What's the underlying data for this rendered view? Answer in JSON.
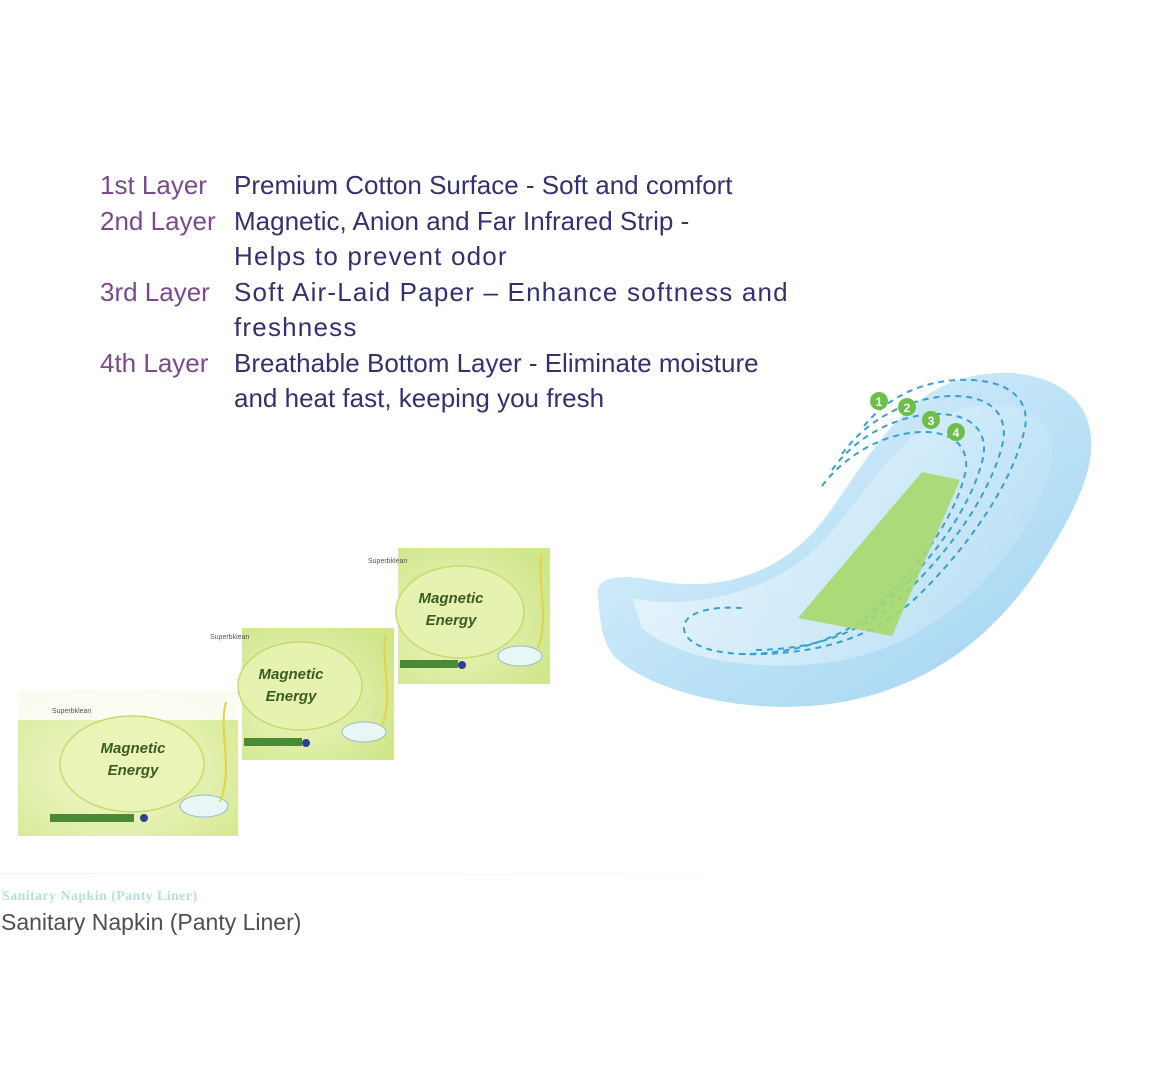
{
  "layers": [
    {
      "label": "1st Layer",
      "lines": [
        "Premium Cotton Surface - Soft and comfort"
      ]
    },
    {
      "label": "2nd Layer",
      "lines": [
        "Magnetic, Anion and Far Infrared Strip -",
        "Helps to prevent odor"
      ]
    },
    {
      "label": "3rd Layer",
      "lines": [
        "Soft Air-Laid Paper – Enhance softness and",
        "freshness"
      ]
    },
    {
      "label": "4th Layer",
      "lines": [
        "Breathable Bottom Layer - Eliminate moisture",
        "and heat fast, keeping you fresh"
      ]
    }
  ],
  "diagram": {
    "markers": [
      "1",
      "2",
      "3",
      "4"
    ]
  },
  "packages": {
    "brand": "Superbklean",
    "title_line1": "Magnetic",
    "title_line2": "Energy"
  },
  "caption": {
    "faint": "Sanitary Napkin (Panty Liner)",
    "main": "Sanitary Napkin (Panty Liner)"
  },
  "colors": {
    "label_purple": "#7b4a8c",
    "text_navy": "#34326e",
    "pad_blue": "#bfe3f7",
    "strip_green": "#a6d86a",
    "marker_green": "#6cbf4a",
    "package_green": "#d9eaa0"
  }
}
